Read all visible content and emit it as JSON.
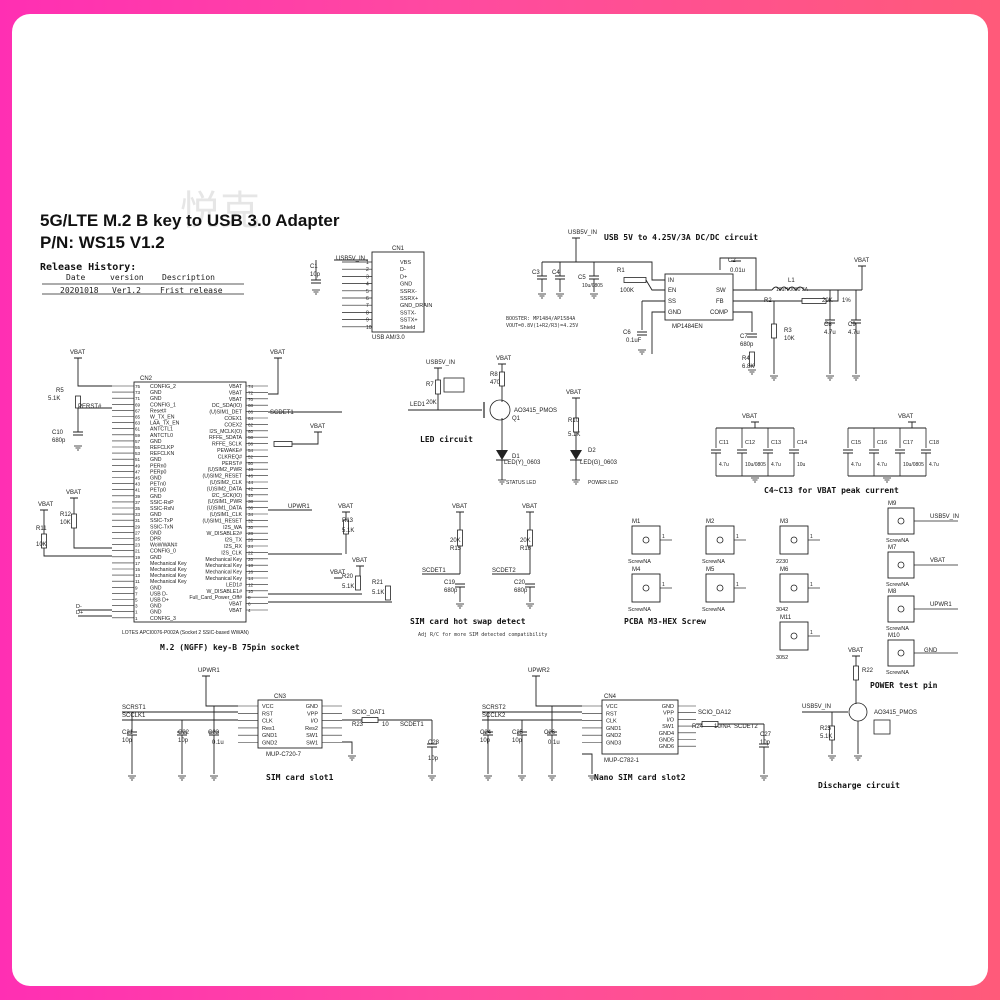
{
  "colors": {
    "frame_left": "#ff2fb3",
    "frame_right": "#ff5a7a",
    "sheet": "#ffffff",
    "ink": "#222222"
  },
  "watermark": "悦克",
  "header": {
    "title": "5G/LTE M.2 B key to USB 3.0 Adapter",
    "pn": "P/N: WS15 V1.2"
  },
  "release": {
    "heading": "Release History:",
    "columns": [
      "Date",
      "version",
      "Description"
    ],
    "row": [
      "20201018",
      "Ver1.2",
      "Frist release"
    ]
  },
  "sections": {
    "usb_conn": "USB AM/3.0",
    "dcdc": "USB 5V to 4.25V/3A DC/DC circuit",
    "dcdc_ic": "MP1484EN",
    "dcdc_note1": "BOOSTER: MP1484/AP1584A",
    "dcdc_note2": "VOUT=0.8V(1+R2/R3)=4.25V",
    "led": "LED circuit",
    "vbat_peak": "C4~C13 for VBAT peak current",
    "m2": "M.2 (NGFF) key-B 75pin socket",
    "m2_note": "LOTES APCI0076-P002A (Socket 2 SSIC-based WWAN)",
    "sim_detect": "SIM card hot swap detect",
    "sim_detect_note": "Adj R/C for more SIM detected compatibility",
    "screw": "PCBA M3-HEX Screw",
    "power_test": "POWER test pin",
    "sim1": "SIM card slot1",
    "sim1_ic": "MUP-C720-7",
    "sim2": "Nano SIM card slot2",
    "sim2_ic": "MUP-C782-1",
    "discharge": "Discharge circuit",
    "discharge_ic": "AO3415_PMOS",
    "status_led": "STATUS LED",
    "power_led": "POWER LED"
  },
  "labels": {
    "usb5v_in": "USB5V_IN",
    "vbat": "VBAT",
    "upwr1": "UPWR1",
    "upwr2": "UPWR2",
    "gnd": "GND",
    "sdet1": "SCDET1",
    "sdet2": "SCDET2",
    "led1": "LED1",
    "perst": "PERST#",
    "q1": "AO3415_PMOS",
    "d1": "LED(Y)_0603",
    "d2": "LED(G)_0603"
  },
  "usb_pins": [
    "VBS",
    "D-",
    "D+",
    "GND",
    "SSRX-",
    "SSRX+",
    "GND_DRAIN",
    "SSTX-",
    "SSTX+",
    "Shield"
  ],
  "m2_left_pins": [
    "CONFIG_2",
    "GND",
    "GND",
    "CONFIG_1",
    "Reset#",
    "W_TX_EN",
    "LAA_TX_EN",
    "ANTCTL1",
    "ANTCTL0",
    "GND",
    "REFCLKP",
    "REFCLKN",
    "GND",
    "PERn0",
    "PERp0",
    "GND",
    "PETn0",
    "PETp0",
    "GND",
    "SSIC-RxP",
    "SSIC-RxN",
    "GND",
    "SSIC-TxP",
    "SSIC-TxN",
    "GND",
    "DPR",
    "WoWWAN#",
    "CONFIG_0",
    "GND",
    "Mechanical Key",
    "Mechanical Key",
    "Mechanical Key",
    "Mechanical Key",
    "GND",
    "USB D-",
    "USB D+",
    "GND",
    "GND",
    "CONFIG_3"
  ],
  "m2_right_pins": [
    "VBAT",
    "VBAT",
    "VBAT",
    "DC_SDA(IO)",
    "(U)SIM1_DET",
    "COEX1",
    "COEX2",
    "I2S_MCLK(O)",
    "RFFE_SDATA",
    "RFFE_SCLK",
    "PEWAKE#",
    "CLKREQ#",
    "PERST#",
    "(U)SIM2_PWR",
    "(U)SIM2_RESET",
    "(U)SIM2_CLK",
    "(U)SIM2_DATA",
    "I2C_SCK(IO)",
    "(U)SIM1_PWR",
    "(U)SIM1_DATA",
    "(U)SIM1_CLK",
    "(U)SIM1_RESET",
    "I2S_WA",
    "W_DISABLE2#",
    "I2S_TX",
    "I2S_RX",
    "I2S_CLK",
    "Mechanical Key",
    "Mechanical Key",
    "Mechanical Key",
    "Mechanical Key",
    "LED1#",
    "W_DISABLE1#",
    "Full_Card_Power_Off#",
    "VBAT",
    "VBAT"
  ],
  "sim1_pins_left": [
    "VCC",
    "RST",
    "CLK",
    "Res1",
    "GND1",
    "GND2"
  ],
  "sim1_pins_right": [
    "GND",
    "VPP",
    "I/O",
    "Res2",
    "SW1",
    "SW1"
  ],
  "sim2_pins_left": [
    "VCC",
    "RST",
    "CLK",
    "GND1",
    "GND2",
    "GND3"
  ],
  "sim2_pins_right": [
    "GND",
    "VPP",
    "I/O",
    "SW1",
    "GND4",
    "GND5",
    "GND6"
  ],
  "screws": [
    {
      "ref": "M1",
      "val": "ScrewNA"
    },
    {
      "ref": "M2",
      "val": "ScrewNA"
    },
    {
      "ref": "M3",
      "val": "2230"
    },
    {
      "ref": "M4",
      "val": "ScrewNA"
    },
    {
      "ref": "M5",
      "val": "ScrewNA"
    },
    {
      "ref": "M6",
      "val": "3042"
    },
    {
      "ref": "M11",
      "val": "3052"
    }
  ],
  "test_pins": [
    {
      "ref": "M9",
      "val": "ScrewNA",
      "net": "USB5V_IN"
    },
    {
      "ref": "M7",
      "val": "ScrewNA",
      "net": "VBAT"
    },
    {
      "ref": "M8",
      "val": "ScrewNA",
      "net": "UPWR1"
    },
    {
      "ref": "M10",
      "val": "ScrewNA",
      "net": "GND"
    }
  ],
  "caps_peak": [
    {
      "ref": "C11",
      "val": "4.7u"
    },
    {
      "ref": "C12",
      "val": "10u/0805"
    },
    {
      "ref": "C13",
      "val": "4.7u"
    },
    {
      "ref": "C14",
      "val": "10u"
    },
    {
      "ref": "C15",
      "val": "4.7u"
    },
    {
      "ref": "C16",
      "val": "4.7u"
    },
    {
      "ref": "C17",
      "val": "10u/0805"
    },
    {
      "ref": "C18",
      "val": "4.7u"
    }
  ]
}
